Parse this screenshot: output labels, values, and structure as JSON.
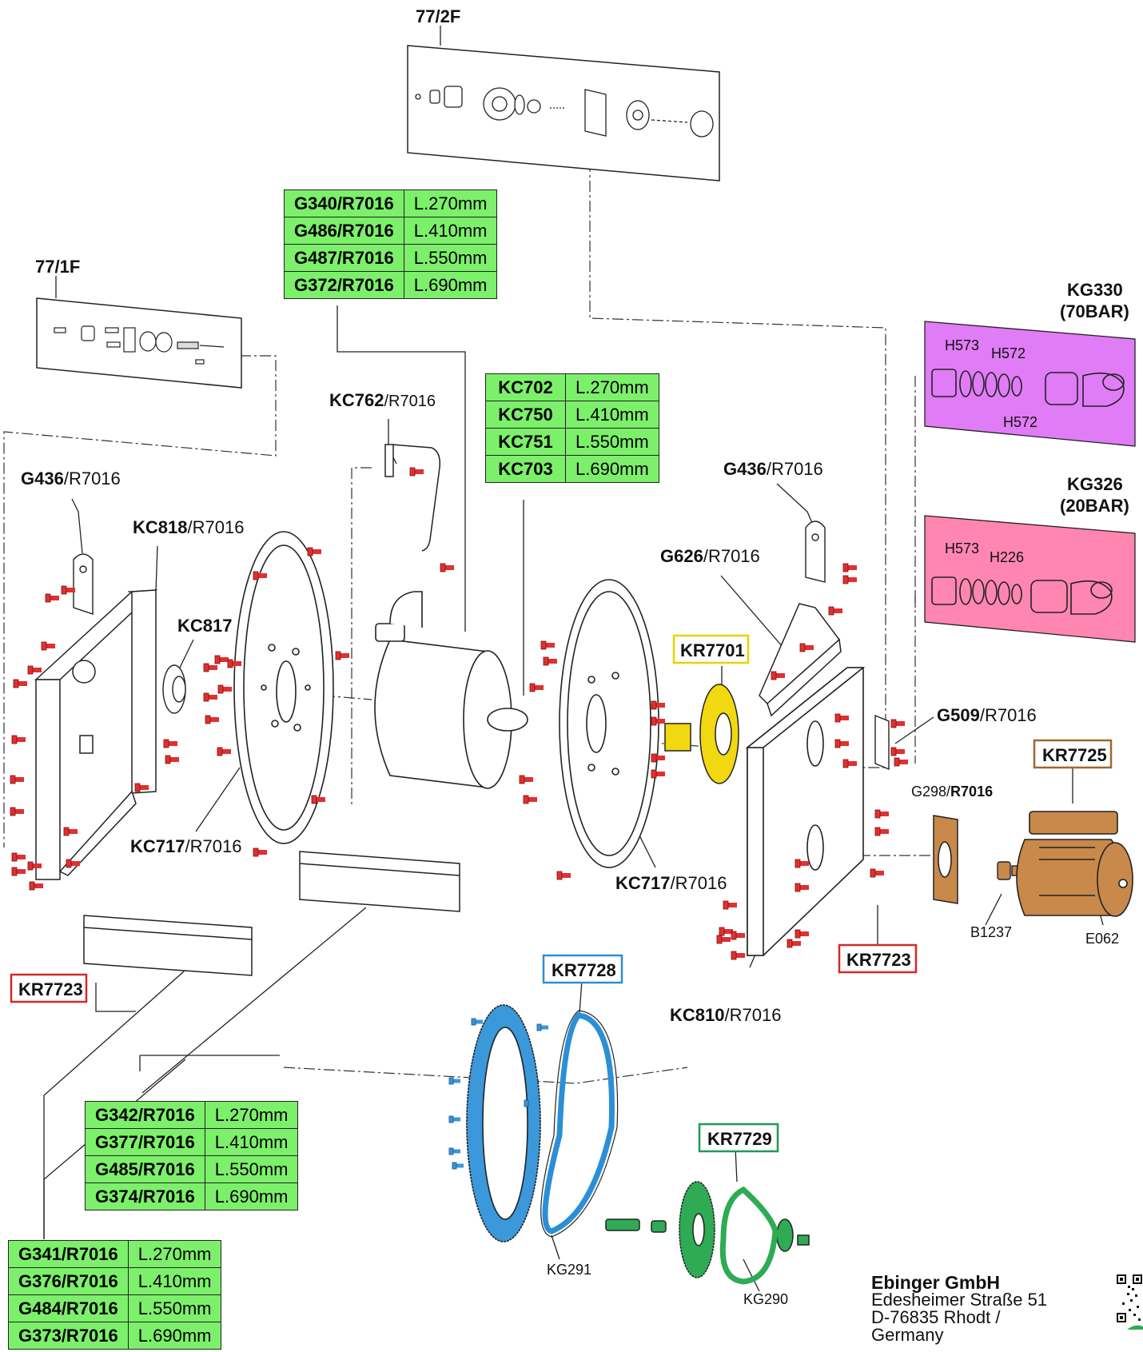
{
  "kits": {
    "top": "77/2F",
    "left": "77/1F"
  },
  "valves": {
    "kg330": {
      "code": "KG330",
      "rating": "(70BAR)",
      "parts": [
        "H573",
        "H572",
        "H572"
      ],
      "color": "#e07cf5"
    },
    "kg326": {
      "code": "KG326",
      "rating": "(20BAR)",
      "parts": [
        "H573",
        "H226"
      ],
      "color": "#ff86b0"
    }
  },
  "tables": {
    "t1": [
      {
        "code": "G340/R7016",
        "len": "L.270mm"
      },
      {
        "code": "G486/R7016",
        "len": "L.410mm"
      },
      {
        "code": "G487/R7016",
        "len": "L.550mm"
      },
      {
        "code": "G372/R7016",
        "len": "L.690mm"
      }
    ],
    "t2": [
      {
        "code": "KC702",
        "len": "L.270mm"
      },
      {
        "code": "KC750",
        "len": "L.410mm"
      },
      {
        "code": "KC751",
        "len": "L.550mm"
      },
      {
        "code": "KC703",
        "len": "L.690mm"
      }
    ],
    "t3": [
      {
        "code": "G342/R7016",
        "len": "L.270mm"
      },
      {
        "code": "G377/R7016",
        "len": "L.410mm"
      },
      {
        "code": "G485/R7016",
        "len": "L.550mm"
      },
      {
        "code": "G374/R7016",
        "len": "L.690mm"
      }
    ],
    "t4": [
      {
        "code": "G341/R7016",
        "len": "L.270mm"
      },
      {
        "code": "G376/R7016",
        "len": "L.410mm"
      },
      {
        "code": "G484/R7016",
        "len": "L.550mm"
      },
      {
        "code": "G373/R7016",
        "len": "L.690mm"
      }
    ]
  },
  "labels": {
    "kc762": {
      "code": "KC762",
      "suffix": "/R7016"
    },
    "g436_left": {
      "code": "G436",
      "suffix": "/R7016"
    },
    "kc818": {
      "code": "KC818",
      "suffix": "/R7016"
    },
    "kc817": "KC817",
    "kc717_left": {
      "code": "KC717",
      "suffix": "/R7016"
    },
    "kc717_right": {
      "code": "KC717",
      "suffix": "/R7016"
    },
    "g436_right": {
      "code": "G436",
      "suffix": "/R7016"
    },
    "g626": {
      "code": "G626",
      "suffix": "/R7016"
    },
    "g509": {
      "code": "G509",
      "suffix": "/R7016"
    },
    "kc810": {
      "code": "KC810",
      "suffix": "/R7016"
    },
    "g298": "G298/",
    "g298_suffix": "R7016",
    "b1237": "B1237",
    "e062": "E062",
    "kg291": "KG291",
    "kg290": "KG290"
  },
  "boxed": {
    "kr7701": {
      "text": "KR7701",
      "color": "#e8d400"
    },
    "kr7725": {
      "text": "KR7725",
      "color": "#a0662a"
    },
    "kr7723_left": {
      "text": "KR7723",
      "color": "#d62828"
    },
    "kr7723_right": {
      "text": "KR7723",
      "color": "#d62828"
    },
    "kr7728": {
      "text": "KR7728",
      "color": "#2b8fd6"
    },
    "kr7729": {
      "text": "KR7729",
      "color": "#1f9a55"
    }
  },
  "colors": {
    "table_bg": "#7cf06a",
    "bolt": "#e03030",
    "bearing": "#f2d810",
    "motor": "#c8894a",
    "sprocket_large": "#3a98db",
    "sprocket_small": "#2faa55"
  },
  "footer": {
    "company": "Ebinger GmbH",
    "street": "Edesheimer Straße 51",
    "city": "D-76835 Rhodt /",
    "country": "Germany"
  }
}
